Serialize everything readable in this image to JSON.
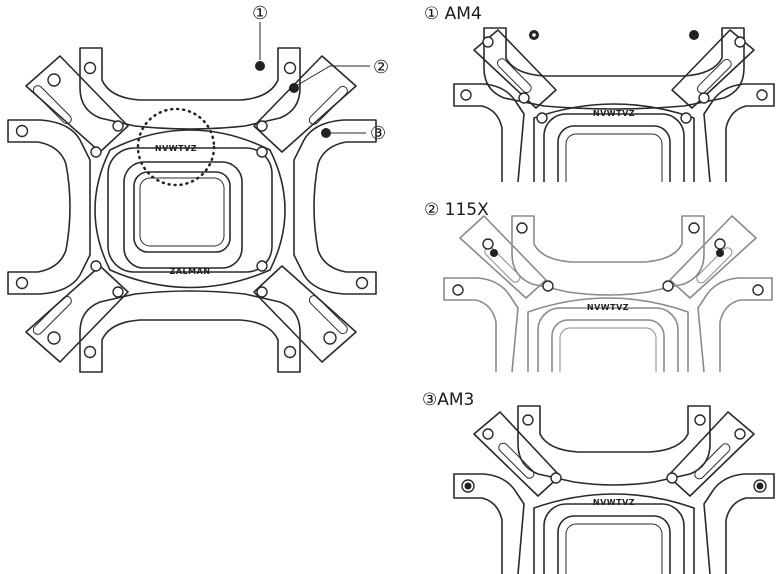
{
  "main_diagram": {
    "callouts": [
      {
        "marker": "①"
      },
      {
        "marker": "②"
      },
      {
        "marker": "③"
      }
    ],
    "top_logo": "NVWTVZ",
    "bottom_logo": "ZALMAN"
  },
  "variants": [
    {
      "marker": "①",
      "name": "AM4",
      "logo": "NVWTVZ"
    },
    {
      "marker": "②",
      "name": "115X",
      "logo": "NVWTVZ"
    },
    {
      "marker": "③",
      "name": "AM3",
      "logo": "NVWTVZ"
    }
  ]
}
